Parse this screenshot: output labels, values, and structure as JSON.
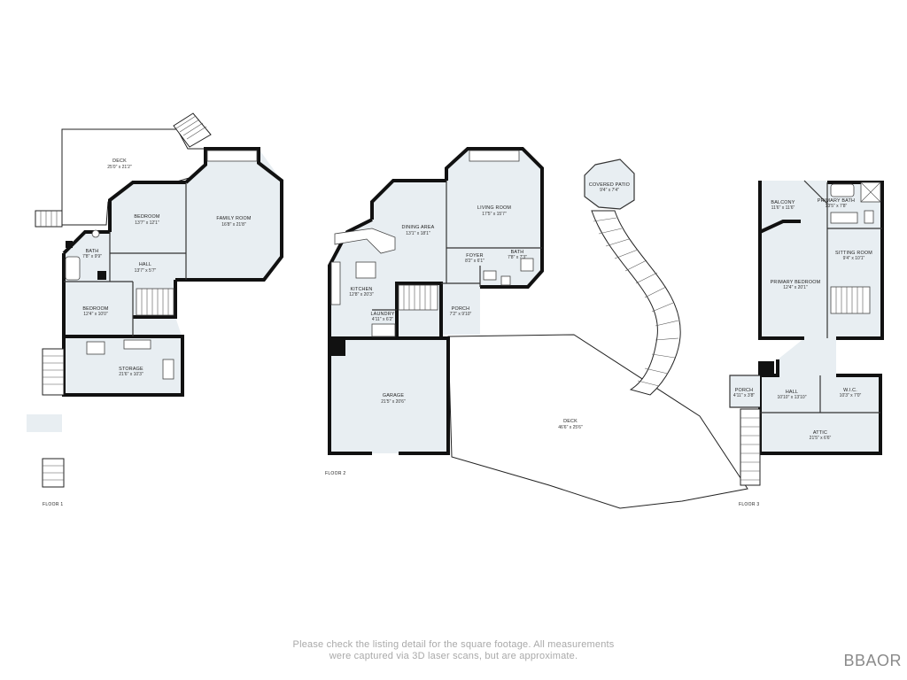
{
  "rooms": {
    "deck1": {
      "name": "DECK",
      "dim": "25'0\" x 21'2\""
    },
    "family_room": {
      "name": "FAMILY ROOM",
      "dim": "16'8\" x 21'8\""
    },
    "bedroom1a": {
      "name": "BEDROOM",
      "dim": "13'7\" x 12'1\""
    },
    "bath1": {
      "name": "BATH",
      "dim": "7'8\" x 9'9\""
    },
    "hall1": {
      "name": "HALL",
      "dim": "13'7\" x 5'7\""
    },
    "bedroom1b": {
      "name": "BEDROOM",
      "dim": "12'4\" x 10'0\""
    },
    "storage": {
      "name": "STORAGE",
      "dim": "21'6\" x 10'3\""
    },
    "dining_area": {
      "name": "DINING AREA",
      "dim": "13'1\" x 18'1\""
    },
    "living_room": {
      "name": "LIVING ROOM",
      "dim": "17'5\" x 15'7\""
    },
    "foyer": {
      "name": "FOYER",
      "dim": "8'2\" x 6'1\""
    },
    "bath2": {
      "name": "BATH",
      "dim": "7'8\" x 7'3\""
    },
    "kitchen": {
      "name": "KITCHEN",
      "dim": "12'8\" x 20'3\""
    },
    "laundry": {
      "name": "LAUNDRY",
      "dim": "4'11\" x 6'2\""
    },
    "porch2": {
      "name": "PORCH",
      "dim": "7'2\" x 9'10\""
    },
    "garage": {
      "name": "GARAGE",
      "dim": "21'5\" x 20'6\""
    },
    "deck2": {
      "name": "DECK",
      "dim": "46'6\" x 25'6\""
    },
    "covered_patio": {
      "name": "COVERED PATIO",
      "dim": "9'4\" x 7'4\""
    },
    "balcony": {
      "name": "BALCONY",
      "dim": "11'6\" x 11'6\""
    },
    "primary_bath": {
      "name": "PRIMARY BATH",
      "dim": "13'5\" x 7'8\""
    },
    "sitting_room": {
      "name": "SITTING ROOM",
      "dim": "9'4\" x 10'1\""
    },
    "primary_bedroom": {
      "name": "PRIMARY BEDROOM",
      "dim": "12'4\" x 20'1\""
    },
    "porch3": {
      "name": "PORCH",
      "dim": "4'11\" x 3'8\""
    },
    "hall3": {
      "name": "HALL",
      "dim": "10'10\" x 13'10\""
    },
    "wic": {
      "name": "W.I.C.",
      "dim": "10'3\" x 7'0\""
    },
    "attic": {
      "name": "ATTIC",
      "dim": "21'5\" x 6'6\""
    }
  },
  "floors": {
    "f1": "FLOOR 1",
    "f2": "FLOOR 2",
    "f3": "FLOOR 3"
  },
  "disclaimer": {
    "line1": "Please check the listing detail for the square footage. All measurements",
    "line2": "were captured via 3D laser scans, but are approximate."
  },
  "watermark": "BBAOR"
}
